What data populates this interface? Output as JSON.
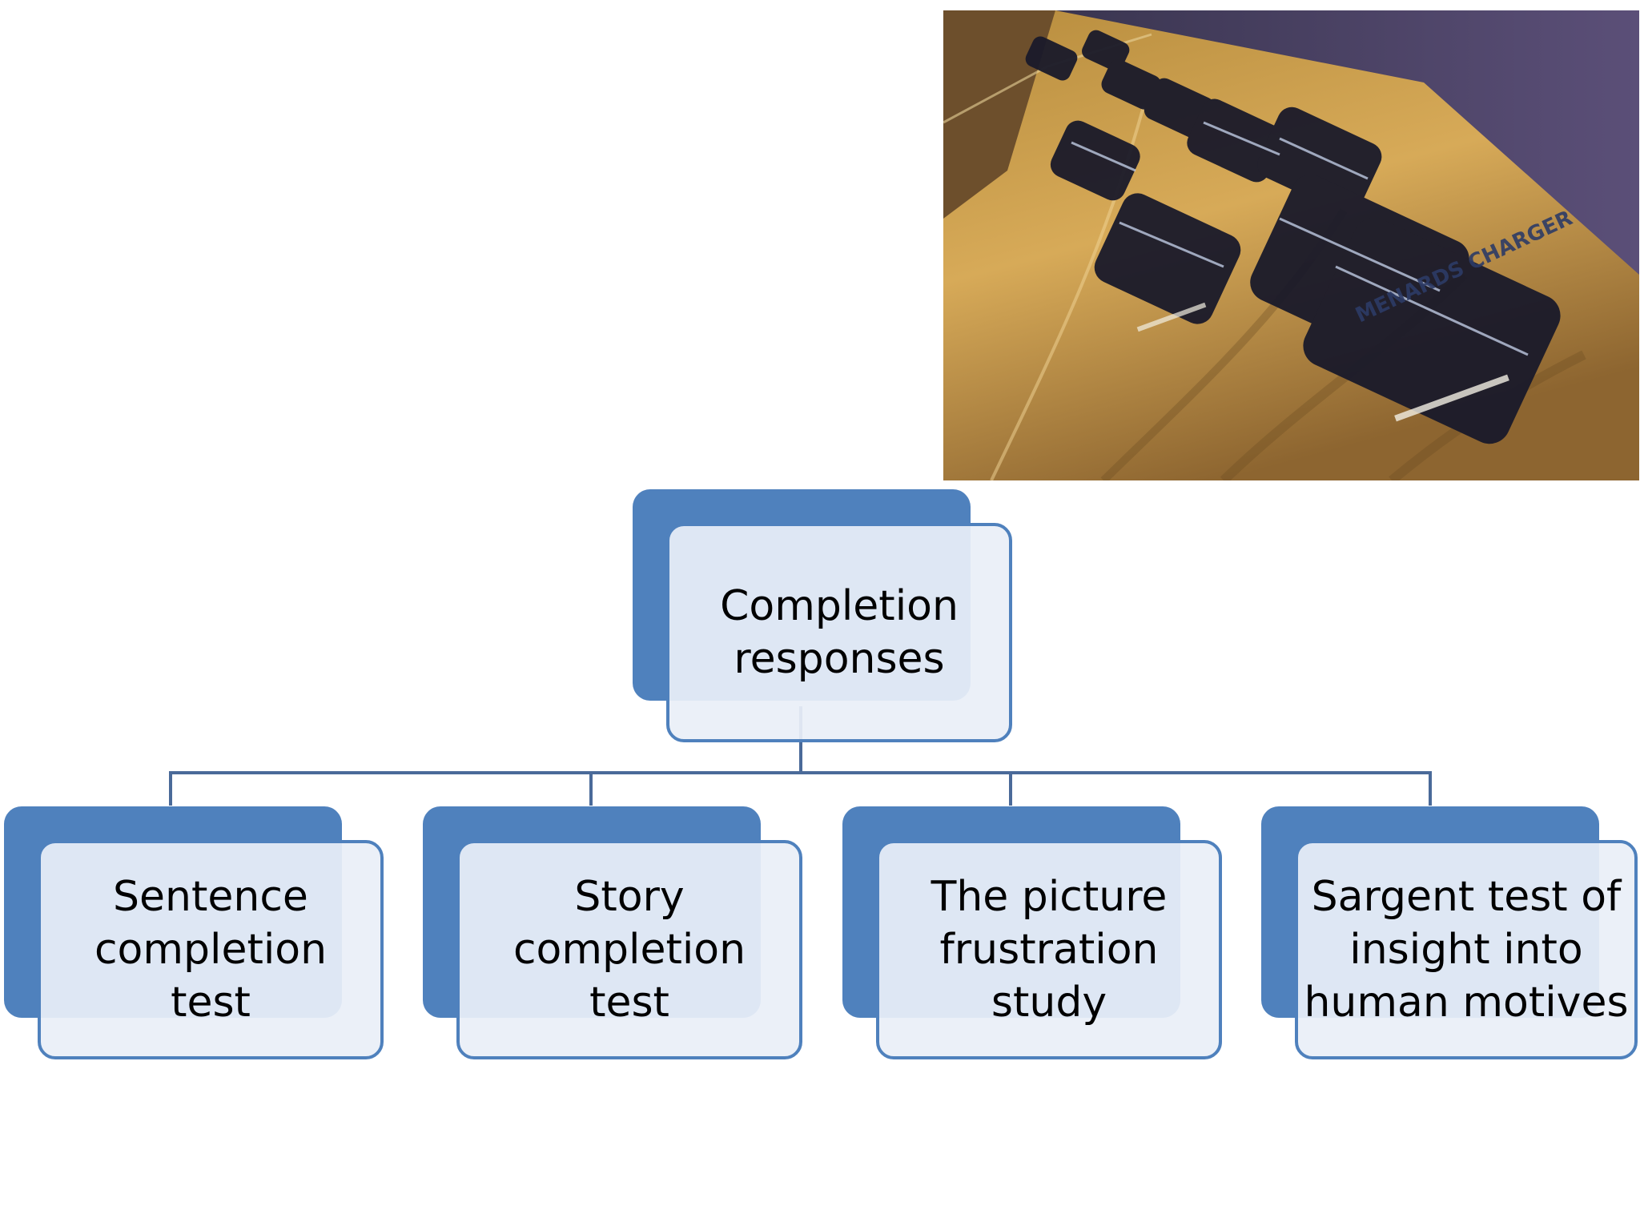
{
  "photo": {
    "caption": "MENARDS CHARGER"
  },
  "chart": {
    "root": {
      "label": "Completion\nresponses"
    },
    "children": [
      {
        "label": "Sentence\ncompletion\ntest"
      },
      {
        "label": "Story\ncompletion\ntest"
      },
      {
        "label": "The picture\nfrustration\nstudy"
      },
      {
        "label": "Sargent test of\ninsight into\nhuman motives"
      }
    ]
  },
  "colors": {
    "accent": "#4f81bd",
    "box_fill": "#e9eff8",
    "connector": "#4a6a99",
    "text": "#000000"
  }
}
